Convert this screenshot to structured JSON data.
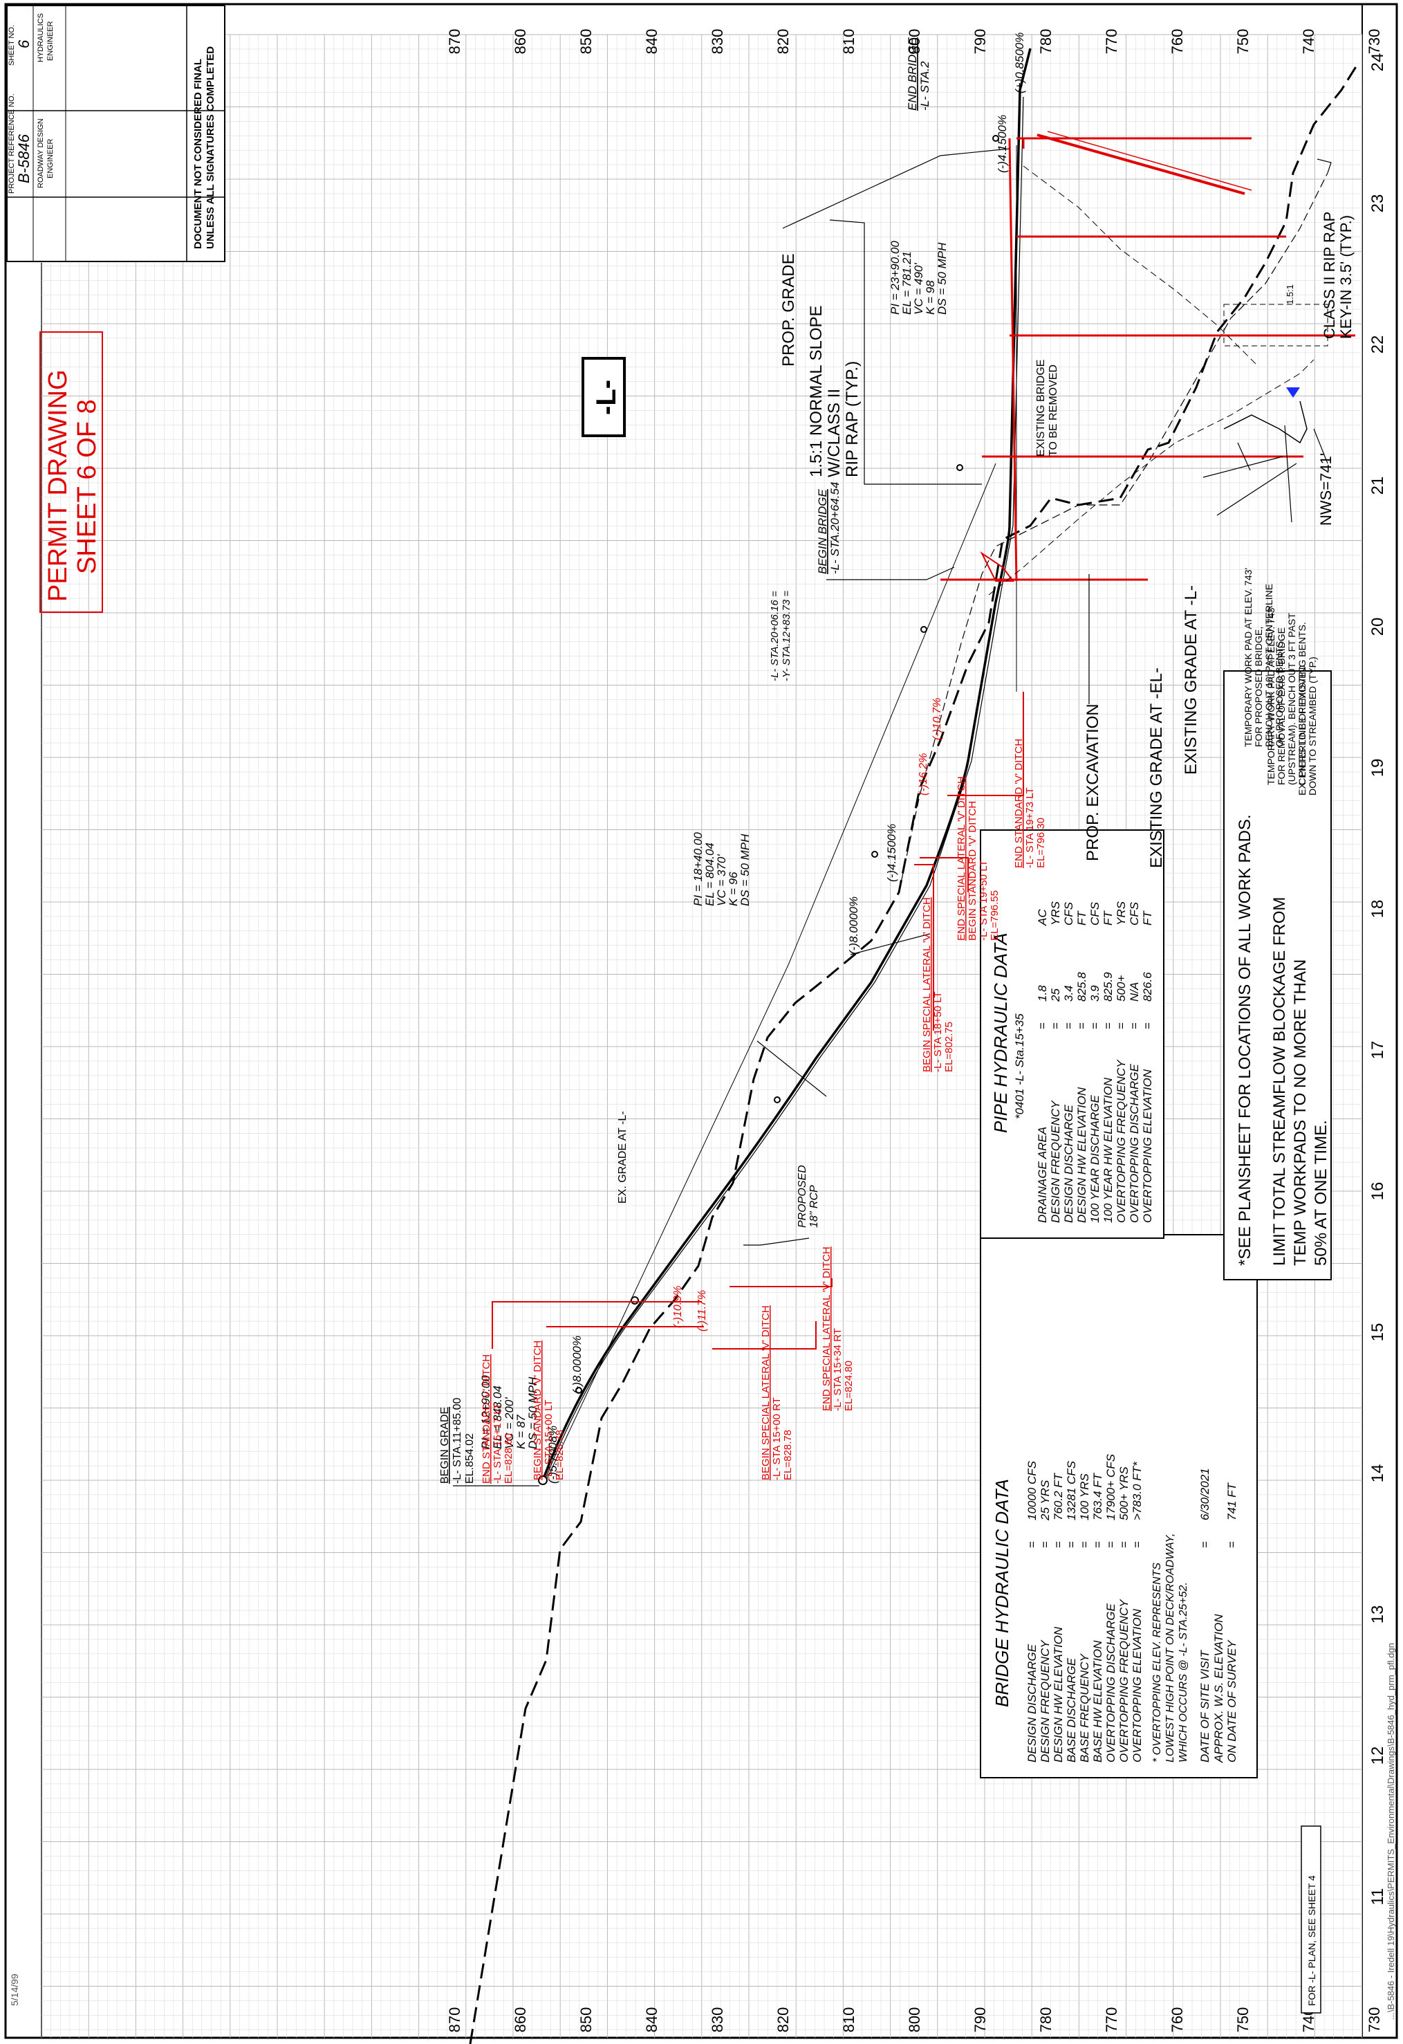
{
  "title_block": {
    "project_reference_label": "PROJECT REFERENCE NO.",
    "project_reference": "B-5846",
    "sheet_no_label": "SHEET NO.",
    "sheet_no": "6",
    "roadway_label": "ROADWAY DESIGN ENGINEER",
    "hydraulics_label": "HYDRAULICS ENGINEER",
    "disclaimer_line1": "DOCUMENT NOT CONSIDERED FINAL",
    "disclaimer_line2": "UNLESS ALL SIGNATURES COMPLETED"
  },
  "permit": {
    "line1": "PERMIT DRAWING",
    "line2": "SHEET 6 OF 8"
  },
  "alignment_label": "-L-",
  "elevations": [
    "870",
    "860",
    "850",
    "840",
    "830",
    "820",
    "810",
    "800",
    "790",
    "780",
    "770",
    "760",
    "750",
    "740",
    "730"
  ],
  "stations": [
    "11",
    "12",
    "13",
    "14",
    "15",
    "16",
    "17",
    "18",
    "19",
    "20",
    "21",
    "22",
    "23",
    "24"
  ],
  "annotations": {
    "begin_grade": [
      "BEGIN GRADE",
      "-L- STA.11+85.00",
      "EL.854.02"
    ],
    "pi1": [
      "PI = 12+90.00",
      "EL = 848.04",
      "VC = 200'",
      "K = 87",
      "DS = 50 MPH"
    ],
    "grade1": "(-)5.7008%",
    "grade2": "(-)8.0000%",
    "pi2": [
      "PI = 18+40.00",
      "EL = 804.04",
      "VC = 370'",
      "K = 96",
      "DS = 50 MPH"
    ],
    "grade3": "(-)8.0000%",
    "grade4": "(-)4.1500%",
    "pi3": [
      "PI = 23+90.00",
      "EL = 781.21",
      "VC = 490'",
      "K = 98",
      "DS = 50 MPH"
    ],
    "grade5": "(-)4.1500%",
    "grade6": "(+)0.8500%",
    "ex_grade_l": "EX. GRADE AT -L-",
    "proposed_rcp": [
      "PROPOSED",
      "18\" RCP"
    ],
    "begin_bridge": [
      "BEGIN BRIDGE",
      "-L- STA.20+64.54"
    ],
    "end_bridge": [
      "END BRIDGE",
      "-L- STA.2"
    ],
    "prop_grade": "PROP. GRADE",
    "normal_slope": [
      "1.5:1 NORMAL SLOPE",
      "W/CLASS II",
      "RIP RAP (TYP.)"
    ],
    "existing_bridge": [
      "EXISTING BRIDGE",
      "TO BE REMOVED"
    ],
    "prop_excavation": "PROP. EXCAVATION",
    "existing_grade_el": "EXISTING GRADE AT -EL-",
    "existing_grade_l": "EXISTING GRADE AT -L-",
    "work_pad_1": [
      "TEMPORARY WORK PAD AT ELEV. 743'",
      "FOR PROPOSED BRIDGE,",
      "BENCH OUT 10' PAST CENTERLINE",
      "OF PROPOSED BENTS."
    ],
    "work_pad_2": [
      "TEMPORARY WORK PAD AT ELEV. 743'",
      "FOR REMOVAL OF EXIST. BRIDGE",
      "(UPSTREAM). BENCH OUT 3 FT PAST",
      "CENTERLINE OF EXISTING BENTS."
    ],
    "piers": [
      "EX. PIERS TO BE REMOVED",
      "DOWN TO STREAMBED (TYP.)"
    ],
    "nws": "NWS=741'",
    "class2": [
      "CLASS II RIP RAP",
      "KEY-IN 3.5' (TYP.)"
    ],
    "slope_15": "1.5:1",
    "station_eq": [
      "-L- STA.20+06.16 =",
      "-Y- STA.12+83.73 ="
    ],
    "r_slope_1": "(-)10.9%",
    "r_slope_2": "(-)11.7%",
    "r_slope_3": "(-)16.2%",
    "r_slope_4": "(-)10.7%",
    "d1": [
      "END STANDARD 'V' DITCH",
      "-L- STA 15+17 LT",
      "EL=828.60"
    ],
    "d2": [
      "BEGIN STANDARD 'V' DITCH",
      "-L- STA 15+00 LT",
      "EL=828.78"
    ],
    "d3": [
      "BEGIN SPECIAL LATERAL 'V' DITCH",
      "-L- STA 15+00 RT",
      "EL=828.78"
    ],
    "d4": [
      "END SPECIAL LATERAL 'V' DITCH",
      "-L- STA 15+34 RT",
      "EL=824.80"
    ],
    "d5": [
      "BEGIN SPECIAL LATERAL 'V' DITCH",
      "-L- STA 18+50 LT",
      "EL=802.75"
    ],
    "d6": [
      "END SPECIAL LATERAL 'V' DITCH",
      "BEGIN STANDARD 'V' DITCH",
      "-L- STA 19+50 LT",
      "EL=796.55"
    ],
    "d7": [
      "END STANDARD 'V' DITCH",
      "-L- STA 19+73 LT",
      "EL=796.30"
    ],
    "plan_ref": "FOR -L- PLAN, SEE SHEET 4",
    "left_margin_date": "5/14/99",
    "file_path": "...\\B-5846 - Iredell 19\\Hydraulics\\PERMITS_Environmental\\Drawings\\B-5846_hyd_prm_pfl.dgn"
  },
  "bridge_hydraulic": {
    "title": "BRIDGE HYDRAULIC DATA",
    "rows": [
      [
        "DESIGN DISCHARGE",
        "=",
        "10000 CFS"
      ],
      [
        "DESIGN FREQUENCY",
        "=",
        "25 YRS"
      ],
      [
        "DESIGN HW ELEVATION",
        "=",
        "760.2 FT"
      ],
      [
        "BASE DISCHARGE",
        "=",
        "13281 CFS"
      ],
      [
        "BASE FREQUENCY",
        "=",
        "100 YRS"
      ],
      [
        "BASE HW ELEVATION",
        "=",
        "763.4 FT"
      ],
      [
        "OVERTOPPING DISCHARGE",
        "=",
        "17900+ CFS"
      ],
      [
        "OVERTOPPING FREQUENCY",
        "=",
        "500+ YRS"
      ],
      [
        "OVERTOPPING ELEVATION",
        "=",
        ">783.0 FT*"
      ]
    ],
    "note": [
      "* OVERTOPPING ELEV. REPRESENTS",
      "LOWEST HIGH POINT ON DECK/ROADWAY,",
      "WHICH OCCURS @ -L- STA.25+52."
    ],
    "site_visit": [
      "DATE OF SITE VISIT",
      "=",
      "6/30/2021"
    ],
    "ws_elev_1": "APPROX. W.S. ELEVATION",
    "ws_elev_2": [
      "ON DATE OF SURVEY",
      "=",
      "741 FT"
    ]
  },
  "pipe_hydraulic": {
    "title": "PIPE HYDRAULIC DATA",
    "subtitle": "*0401 -L- Sta.15+35",
    "rows": [
      [
        "DRAINAGE AREA",
        "=",
        "1.8",
        "AC"
      ],
      [
        "DESIGN FREQUENCY",
        "=",
        "25",
        "YRS"
      ],
      [
        "DESIGN DISCHARGE",
        "=",
        "3.4",
        "CFS"
      ],
      [
        "DESIGN HW ELEVATION",
        "=",
        "825.8",
        "FT"
      ],
      [
        "100 YEAR DISCHARGE",
        "=",
        "3.9",
        "CFS"
      ],
      [
        "100 YEAR HW ELEVATION",
        "=",
        "825.9",
        "FT"
      ],
      [
        "OVERTOPPING FREQUENCY",
        "=",
        "500+",
        "YRS"
      ],
      [
        "OVERTOPPING DISCHARGE",
        "=",
        "N/A",
        "CFS"
      ],
      [
        "OVERTOPPING ELEVATION",
        "=",
        "826.6",
        "FT"
      ]
    ]
  },
  "notes": [
    "*SEE PLANSHEET FOR LOCATIONS OF ALL WORK PADS.",
    "LIMIT TOTAL STREAMFLOW BLOCKAGE FROM",
    "TEMP WORKPADS TO NO MORE THAN",
    "50% AT ONE TIME."
  ],
  "colors": {
    "red": "#e00000",
    "grid_minor": "#dcdcdc",
    "grid_major": "#b8b8b8",
    "ink": "#000000",
    "blue": "#1a2dff"
  }
}
